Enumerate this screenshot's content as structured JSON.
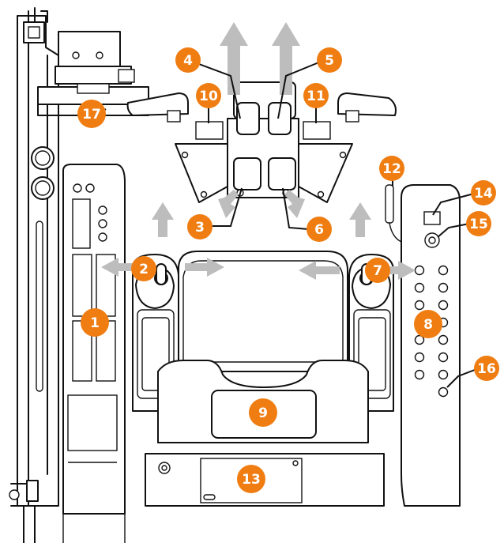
{
  "colors": {
    "accent": "#EF7D12",
    "line": "#111111",
    "arrow": "#BDBDBD",
    "background": "#FFFFFF"
  },
  "callouts": [
    {
      "id": "1",
      "label": "1"
    },
    {
      "id": "2",
      "label": "2"
    },
    {
      "id": "3",
      "label": "3"
    },
    {
      "id": "4",
      "label": "4"
    },
    {
      "id": "5",
      "label": "5"
    },
    {
      "id": "6",
      "label": "6"
    },
    {
      "id": "7",
      "label": "7"
    },
    {
      "id": "8",
      "label": "8"
    },
    {
      "id": "9",
      "label": "9"
    },
    {
      "id": "10",
      "label": "10"
    },
    {
      "id": "11",
      "label": "11"
    },
    {
      "id": "12",
      "label": "12"
    },
    {
      "id": "13",
      "label": "13"
    },
    {
      "id": "14",
      "label": "14"
    },
    {
      "id": "15",
      "label": "15"
    },
    {
      "id": "16",
      "label": "16"
    },
    {
      "id": "17",
      "label": "17"
    }
  ]
}
